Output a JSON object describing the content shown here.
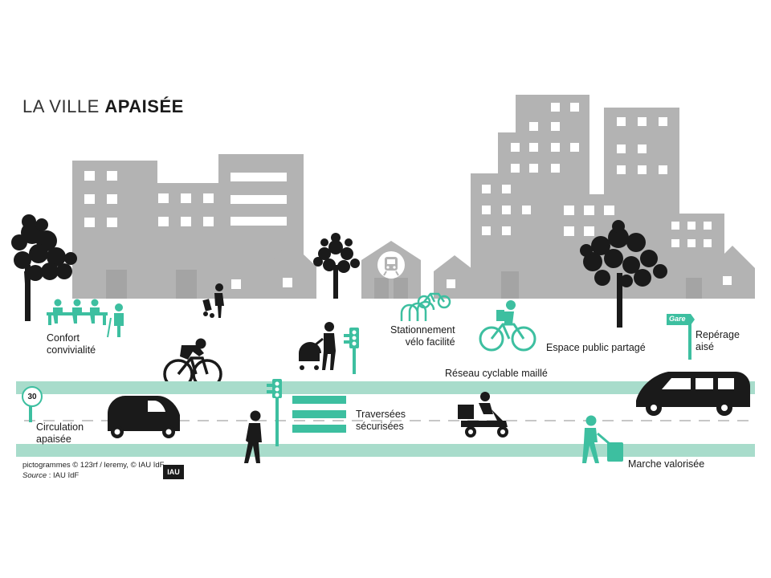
{
  "title": {
    "light": "LA VILLE ",
    "bold": "APAISÉE"
  },
  "labels": {
    "confort": "Confort\nconvivialité",
    "stationnement": "Stationnement\nvélo facilité",
    "espace": "Espace public partagé",
    "reperage": "Repérage\naisé",
    "reseau": "Réseau cyclable maillé",
    "traversees": "Traversées\nsécurisées",
    "circulation": "Circulation\napaisée",
    "marche": "Marche valorisée"
  },
  "signs": {
    "speed_limit": "30",
    "gare": "Gare"
  },
  "credits": {
    "line1": "pictogrammes © 123rf / leremy, © IAU îdF",
    "source_label": "Source",
    "source_value": " : IAU îdF",
    "logo": "IAU"
  },
  "colors": {
    "accent": "#3dbfa0",
    "lane": "#a8dccb",
    "building": "#b3b3b3",
    "window": "#ffffff",
    "ink": "#1a1a1a"
  }
}
